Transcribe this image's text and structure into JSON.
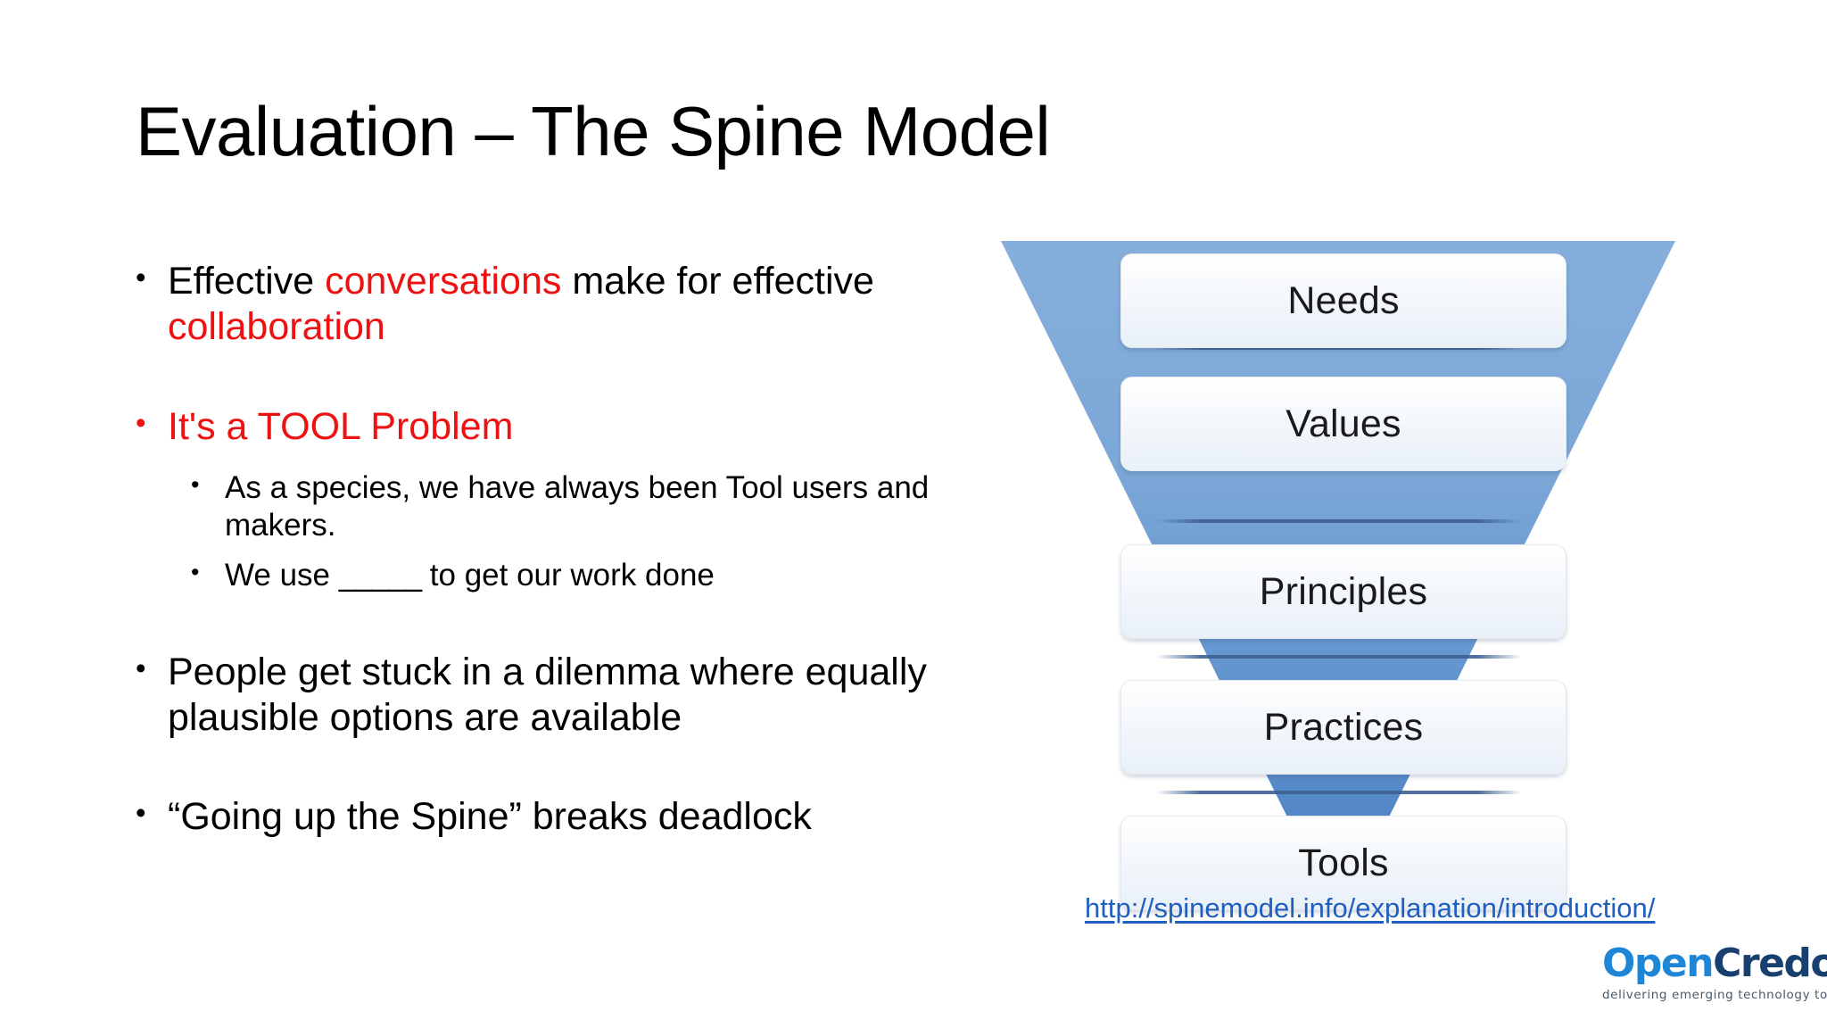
{
  "slide": {
    "title": "Evaluation – The Spine Model",
    "background_color": "#ffffff",
    "accent_red": "#ee1111",
    "link_color": "#1f5fbf"
  },
  "bullets": {
    "b1_part1": "Effective ",
    "b1_red1": "conversations",
    "b1_part2": " make for effective ",
    "b1_red2": "collaboration",
    "b2": "It's a TOOL Problem",
    "b2_sub1": "As a species, we have always been Tool users and makers.",
    "b2_sub2_pre": "We use ",
    "b2_sub2_blank": "_____",
    "b2_sub2_post": " to get our work done",
    "b3": "People get stuck in a dilemma where equally plausible options are available",
    "b4": "“Going up the Spine” breaks deadlock"
  },
  "funnel": {
    "stages": [
      {
        "label": "Needs"
      },
      {
        "label": "Values"
      },
      {
        "label": "Principles"
      },
      {
        "label": "Practices"
      },
      {
        "label": "Tools"
      }
    ],
    "fill_top_color": "#7ba7d7",
    "fill_bottom_color": "#4a7fc1",
    "separator_color": "#3d5f93"
  },
  "source": {
    "url_text": "http://spinemodel.info/explanation/introduction/"
  },
  "logo": {
    "word_first": "Open",
    "word_second": "Credo",
    "tagline": "delivering emerging technology today",
    "color_first": "#1f86d6",
    "color_second": "#17406e"
  }
}
